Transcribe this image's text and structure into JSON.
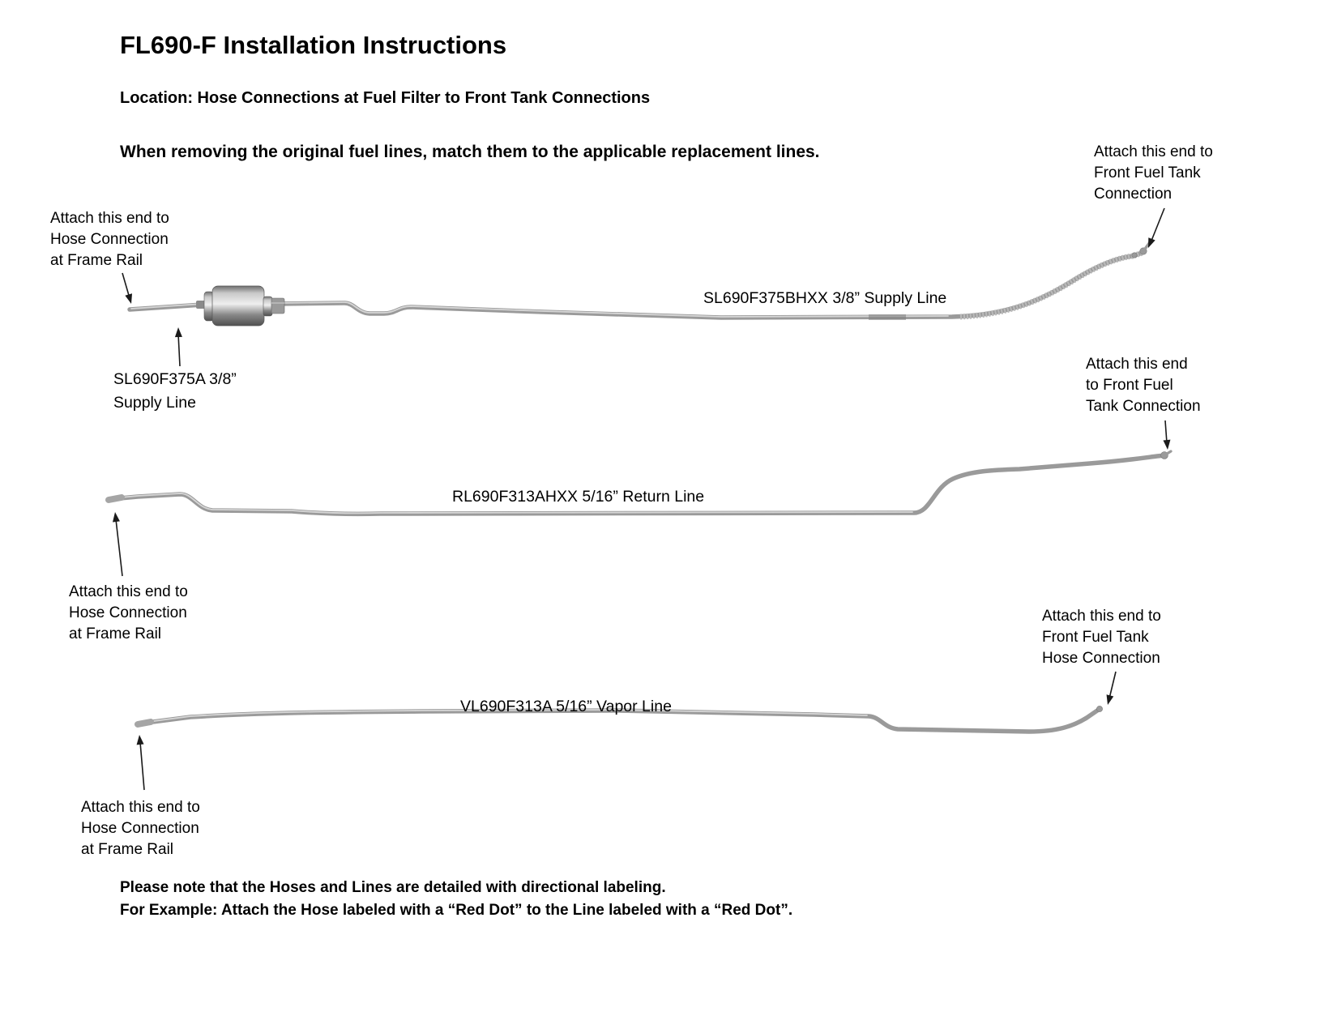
{
  "doc": {
    "title": "FL690-F Installation Instructions",
    "location_heading": "Location: Hose Connections at Fuel Filter to Front Tank Connections",
    "instruction": "When removing the original fuel lines, match them to the applicable replacement lines.",
    "note_line1": "Please note that the Hoses and Lines are detailed with directional labeling.",
    "note_line2": "For Example: Attach the Hose labeled with a “Red Dot” to the Line labeled with a “Red Dot”."
  },
  "supply": {
    "part_label": "SL690F375BHXX 3/8” Supply Line",
    "filter_part_label": "SL690F375A 3/8”\nSupply Line",
    "left_callout": "Attach this end to\nHose Connection\nat Frame Rail",
    "right_callout": "Attach this end to\nFront Fuel Tank\nConnection"
  },
  "return": {
    "part_label": "RL690F313AHXX 5/16” Return Line",
    "left_callout": "Attach this end to\nHose Connection\nat Frame Rail",
    "right_callout": "Attach this end\nto Front Fuel\nTank Connection"
  },
  "vapor": {
    "part_label": "VL690F313A  5/16” Vapor Line",
    "left_callout": "Attach this end to\nHose Connection\nat Frame Rail",
    "right_callout": "Attach this end to\nFront Fuel Tank\nHose Connection"
  },
  "colors": {
    "background": "#ffffff",
    "text": "#000000",
    "tube": "#9a9a9a",
    "tube_highlight": "#d6d6d6",
    "braided_hose": "#b9b9b9",
    "arrow": "#1a1a1a"
  }
}
